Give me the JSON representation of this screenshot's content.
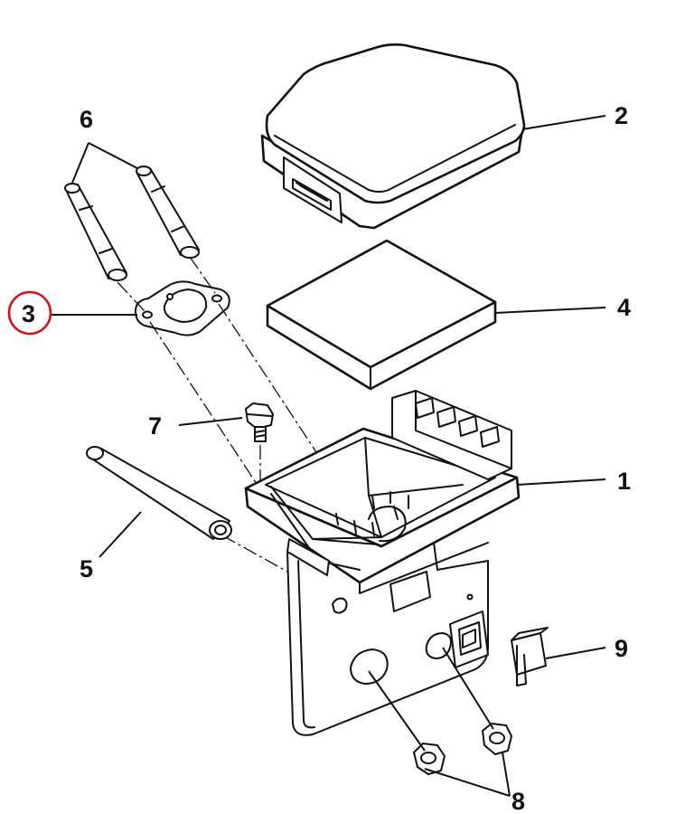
{
  "diagram": {
    "colors": {
      "line": "#111111",
      "background": "#ffffff",
      "highlight": "#d0131b"
    },
    "callouts": [
      {
        "id": "1",
        "label": "1"
      },
      {
        "id": "2",
        "label": "2"
      },
      {
        "id": "3",
        "label": "3",
        "highlighted": true
      },
      {
        "id": "4",
        "label": "4"
      },
      {
        "id": "5",
        "label": "5"
      },
      {
        "id": "6",
        "label": "6"
      },
      {
        "id": "7",
        "label": "7"
      },
      {
        "id": "8",
        "label": "8"
      },
      {
        "id": "9",
        "label": "9"
      }
    ]
  }
}
